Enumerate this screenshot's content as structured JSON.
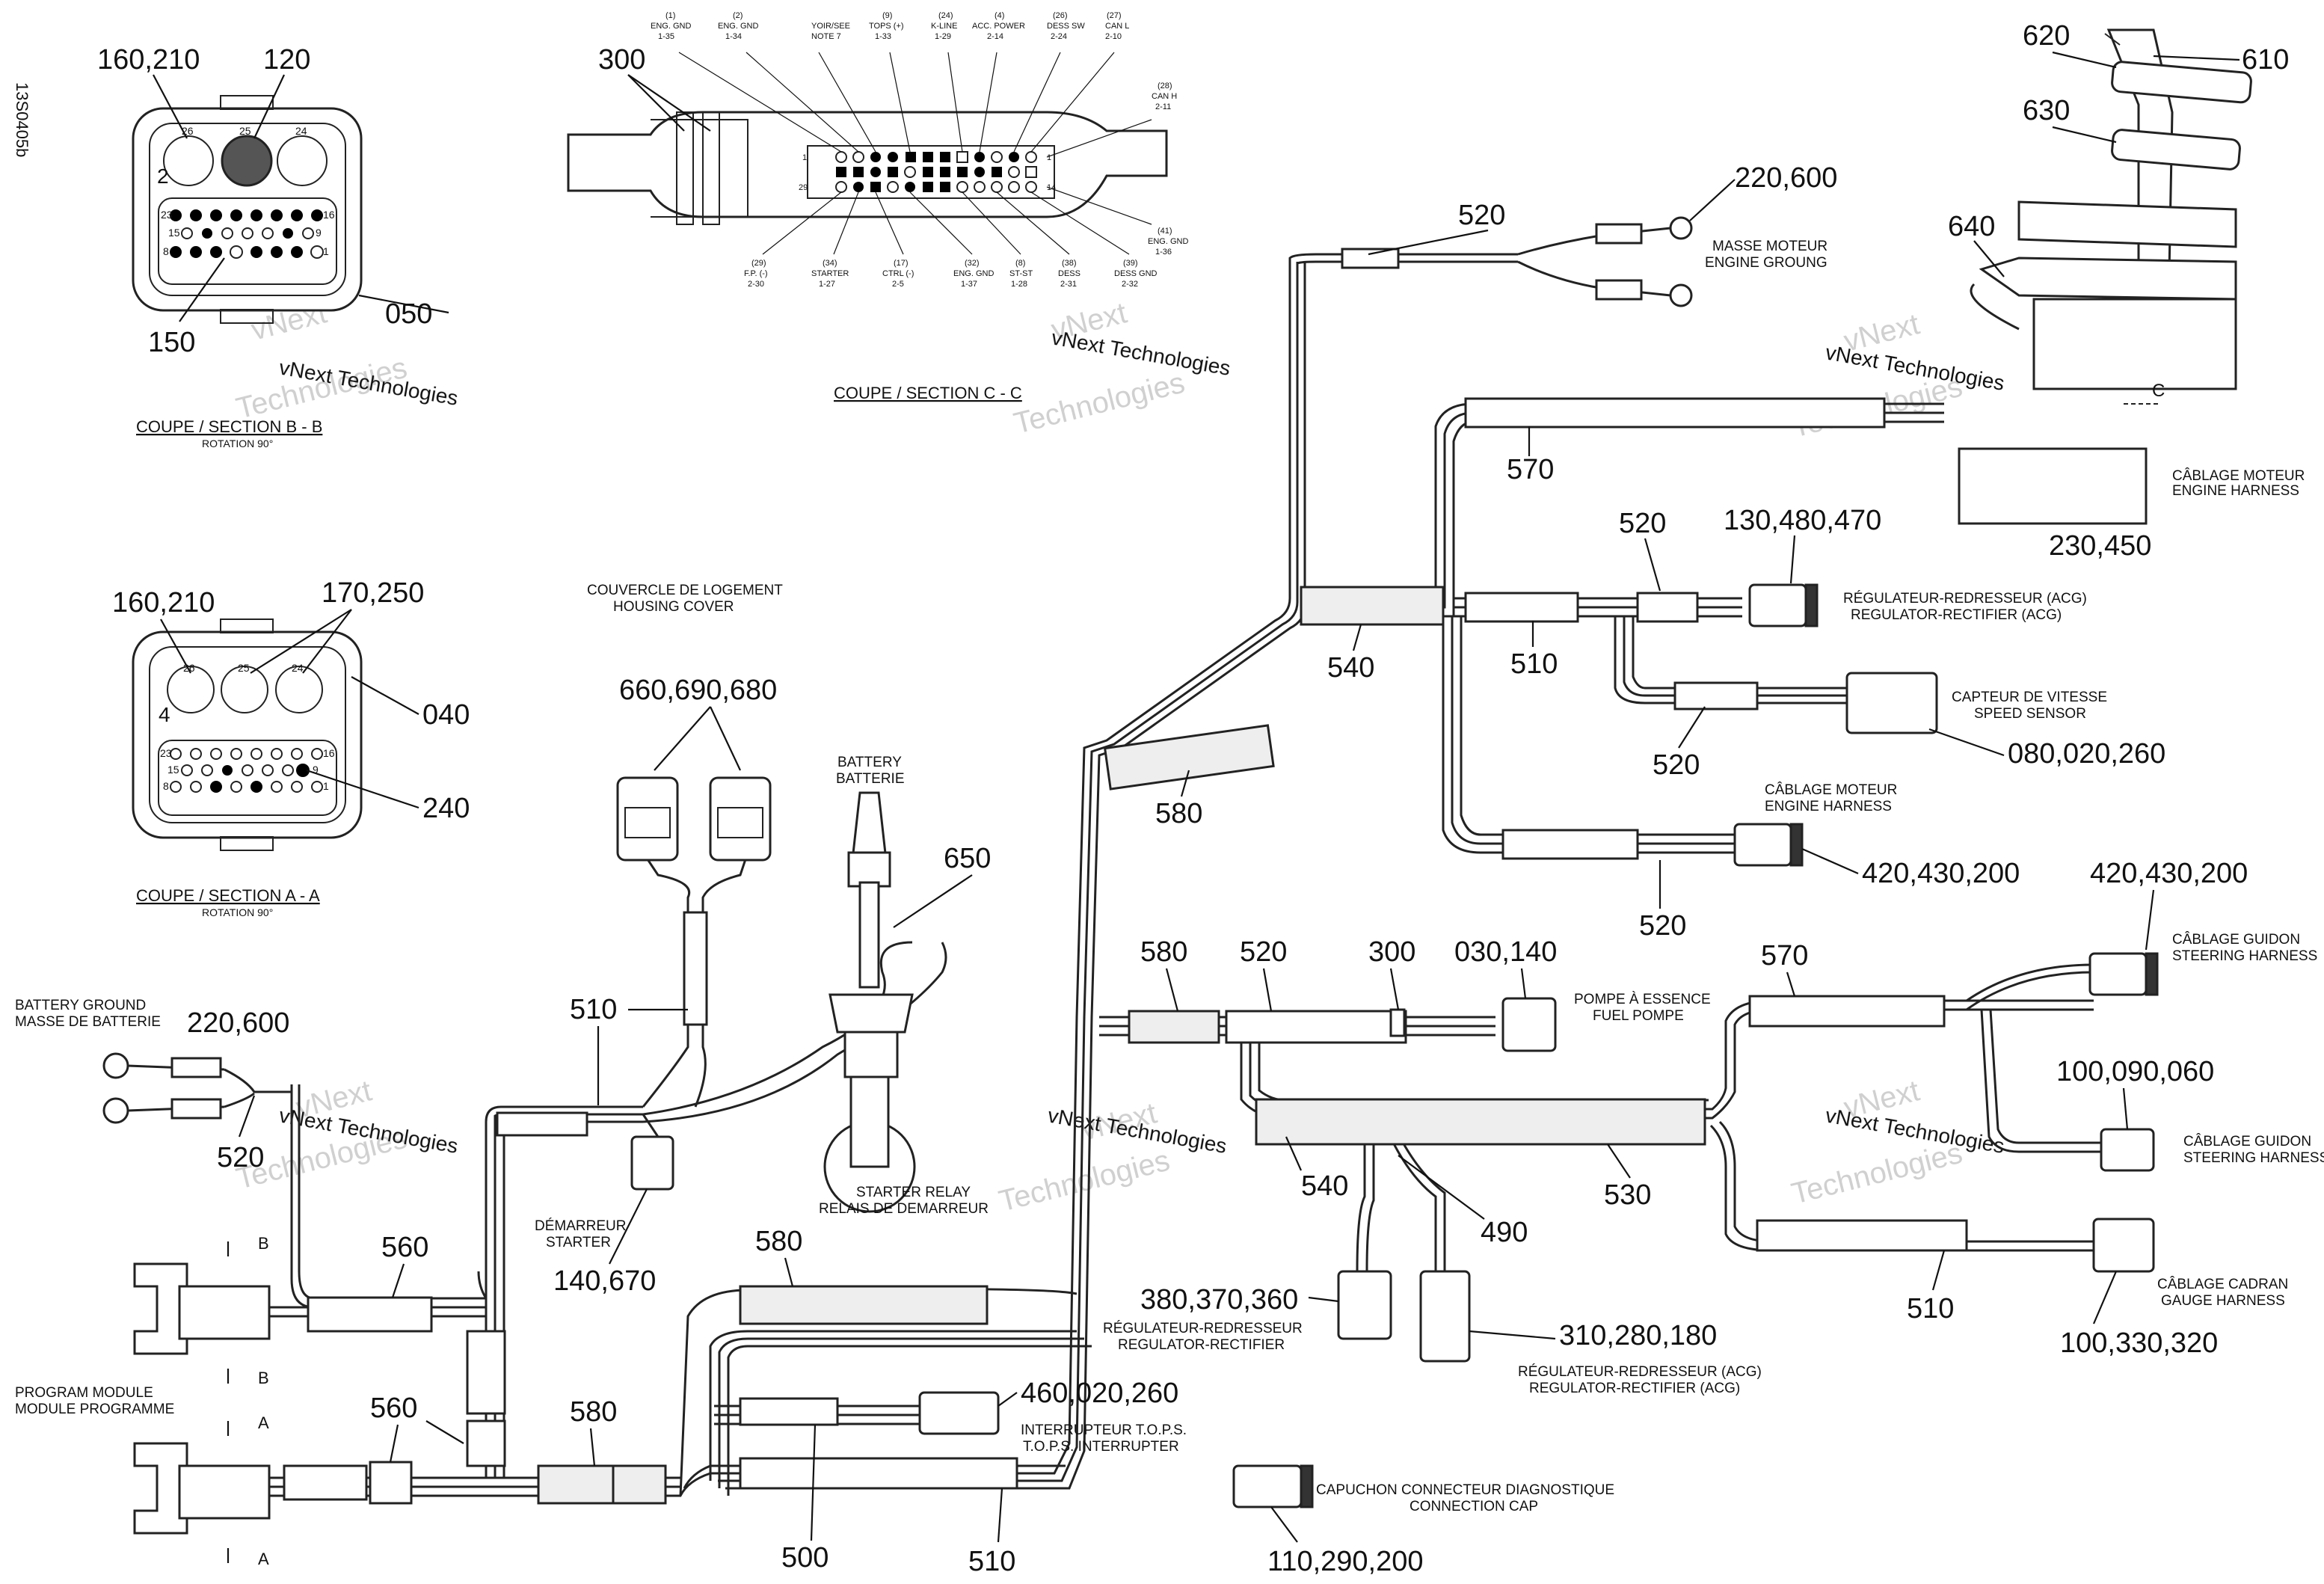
{
  "doc_id": "13S0405b",
  "watermark": [
    "vNext",
    "Technologies",
    "vNext Technologies"
  ],
  "sections": {
    "bb": {
      "title": "COUPE / SECTION B - B",
      "rotation": "ROTATION 90°"
    },
    "aa": {
      "title": "COUPE / SECTION A - A",
      "rotation": "ROTATION 90°"
    },
    "cc": {
      "title": "COUPE / SECTION C - C"
    }
  },
  "callouts": {
    "c300a": "300",
    "c160_210a": "160,210",
    "c120": "120",
    "c050": "050",
    "c150": "150",
    "c160_210b": "160,210",
    "c170_250": "170,250",
    "c040": "040",
    "c240": "240",
    "c620": "620",
    "c630": "630",
    "c610": "610",
    "c640": "640",
    "c520a": "520",
    "c220_600a": "220,600",
    "c570a": "570",
    "c230_450": "230,450",
    "c520b": "520",
    "c130_480_470": "130,480,470",
    "c540a": "540",
    "c510a": "510",
    "c520c": "520",
    "c080_020_260": "080,020,260",
    "c580a": "580",
    "c520d": "520",
    "c420_430_200a": "420,430,200",
    "c420_430_200b": "420,430,200",
    "c660_690_680": "660,690,680",
    "c650": "650",
    "c510b": "510",
    "c580b": "580",
    "c520e": "520",
    "c300b": "300",
    "c030_140": "030,140",
    "c570b": "570",
    "c100_090_060": "100,090,060",
    "c220_600b": "220,600",
    "c520f": "520",
    "c540b": "540",
    "c490": "490",
    "c530": "530",
    "c140_670": "140,670",
    "c560a": "560",
    "c580c": "580",
    "c380_370_360": "380,370,360",
    "c310_280_180": "310,280,180",
    "c510c": "510",
    "c100_330_320": "100,330,320",
    "c560b": "560",
    "c580d": "580",
    "c460_020_260": "460,020,260",
    "c500": "500",
    "c510d": "510",
    "c110_290_200": "110,290,200"
  },
  "labels": {
    "housing": [
      "COUVERCLE DE LOGEMENT",
      "HOUSING COVER"
    ],
    "battery": [
      "BATTERY",
      "BATTERIE"
    ],
    "starter_relay": [
      "STARTER RELAY",
      "RELAIS DE DEMARREUR"
    ],
    "starter": [
      "DÉMARREUR",
      "STARTER"
    ],
    "batt_ground": [
      "BATTERY GROUND",
      "MASSE DE BATTERIE"
    ],
    "program_module": [
      "PROGRAM MODULE",
      "MODULE PROGRAMME"
    ],
    "engine_ground": [
      "MASSE MOTEUR",
      "ENGINE GROUNG"
    ],
    "engine_harness_a": [
      "CÂBLAGE MOTEUR",
      "ENGINE HARNESS"
    ],
    "engine_harness_b": [
      "CÂBLAGE MOTEUR",
      "ENGINE HARNESS"
    ],
    "reg_rect_acg_a": [
      "RÉGULATEUR-REDRESSEUR (ACG)",
      "REGULATOR-RECTIFIER (ACG)"
    ],
    "speed_sensor": [
      "CAPTEUR DE VITESSE",
      "SPEED SENSOR"
    ],
    "fuel_pump": [
      "POMPE À ESSENCE",
      "FUEL POMPE"
    ],
    "steering_a": [
      "CÂBLAGE GUIDON",
      "STEERING HARNESS"
    ],
    "steering_b": [
      "CÂBLAGE GUIDON",
      "STEERING HARNESS"
    ],
    "gauge": [
      "CÂBLAGE CADRAN",
      "GAUGE HARNESS"
    ],
    "reg_rect": [
      "RÉGULATEUR-REDRESSEUR",
      "REGULATOR-RECTIFIER"
    ],
    "reg_rect_acg_b": [
      "RÉGULATEUR-REDRESSEUR (ACG)",
      "REGULATOR-RECTIFIER (ACG)"
    ],
    "tops": [
      "INTERRUPTEUR T.O.P.S.",
      "T.O.P.S. INTERRUPTER"
    ],
    "diag_cap": [
      "CAPUCHON CONNECTEUR DIAGNOSTIQUE",
      "CONNECTION CAP"
    ]
  },
  "section_letters": {
    "b": "B",
    "a": "A",
    "c": "C"
  },
  "pin_labels_top": [
    [
      "(1)",
      "ENG. GND",
      "1-35"
    ],
    [
      "(2)",
      "ENG. GND",
      "1-34"
    ],
    [
      "",
      "YOIR/SEE",
      "NOTE 7"
    ],
    [
      "(9)",
      "TOPS (+)",
      "1-33"
    ],
    [
      "(24)",
      "K-LINE",
      "1-29"
    ],
    [
      "(4)",
      "ACC. POWER",
      "2-14"
    ],
    [
      "(26)",
      "DESS SW",
      "2-24"
    ],
    [
      "(27)",
      "CAN L",
      "2-10"
    ]
  ],
  "pin_labels_bottom": [
    [
      "(29)",
      "F.P. (-)",
      "2-30"
    ],
    [
      "(34)",
      "STARTER",
      "1-27"
    ],
    [
      "(17)",
      "CTRL (-)",
      "2-5"
    ],
    [
      "(32)",
      "ENG. GND",
      "1-37"
    ],
    [
      "(8)",
      "ST-ST",
      "1-28"
    ],
    [
      "(38)",
      "DESS",
      "2-31"
    ],
    [
      "(39)",
      "DESS GND",
      "2-32"
    ]
  ],
  "pin_labels_right": [
    [
      "(28)",
      "CAN H",
      "2-11"
    ],
    [
      "(41)",
      "ENG. GND",
      "1-36"
    ]
  ],
  "connector_numbers": {
    "bb": [
      "26",
      "25",
      "24",
      "2",
      "23",
      "16",
      "15",
      "9",
      "8",
      "1"
    ],
    "aa": [
      "26",
      "25",
      "24",
      "4",
      "23",
      "16",
      "15",
      "9",
      "8",
      "1"
    ],
    "cc": [
      "1",
      "29",
      "1",
      "14"
    ]
  }
}
